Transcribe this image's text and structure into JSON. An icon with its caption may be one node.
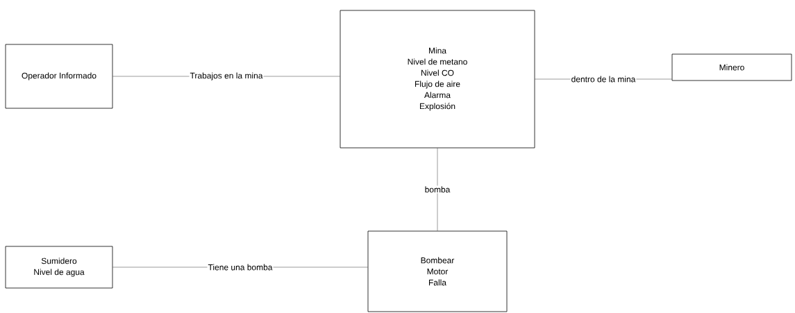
{
  "diagram": {
    "nodes": [
      {
        "text": [
          "Operador Informado"
        ]
      },
      {
        "text": [
          "Mina",
          "Nivel de metano",
          "Nivel CO",
          "Flujo de aire",
          "Alarma",
          "Explosión"
        ]
      },
      {
        "text": [
          "Minero"
        ]
      },
      {
        "text": [
          "Sumidero",
          "Nivel de agua"
        ]
      },
      {
        "text": [
          "Bombear",
          "Motor",
          "Falla"
        ]
      }
    ],
    "edges": [
      {
        "from": 0,
        "to": 1,
        "arrow": "none",
        "label": "Trabajos en la mina"
      },
      {
        "from": 1,
        "to": 2,
        "arrow": "none",
        "label": "dentro de la mina"
      },
      {
        "from": 1,
        "to": 4,
        "arrow": "none",
        "label": "bomba"
      },
      {
        "from": 3,
        "to": 4,
        "arrow": "none",
        "label": "Tiene una bomba"
      }
    ]
  }
}
